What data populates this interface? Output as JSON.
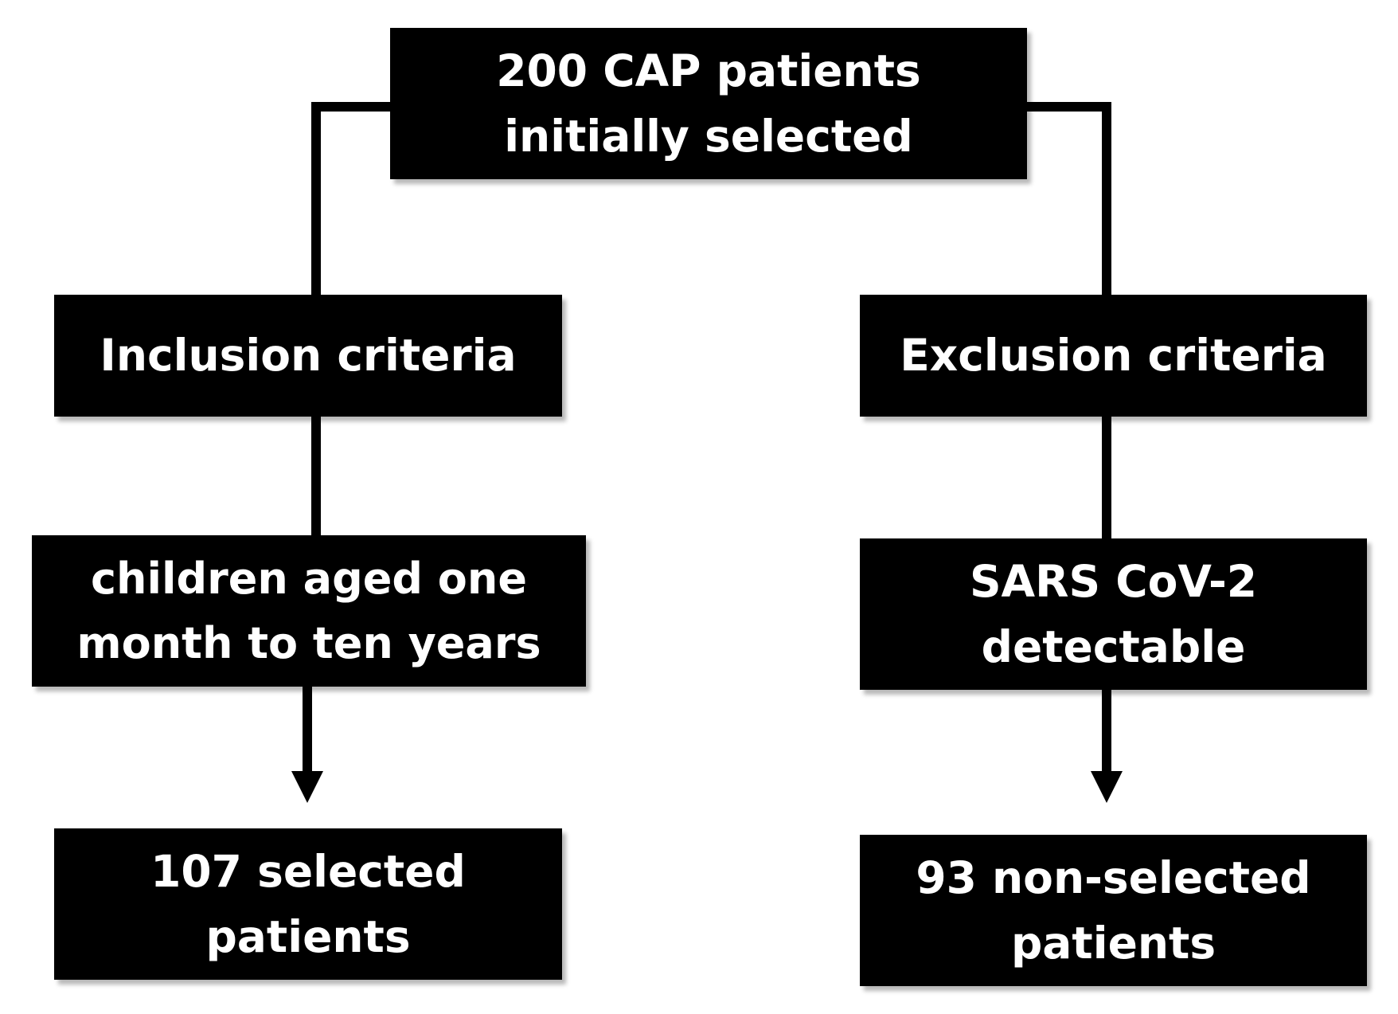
{
  "diagram": {
    "nodes": {
      "start": {
        "text": "200 CAP patients\ninitially selected"
      },
      "inclusion": {
        "text": "Inclusion criteria"
      },
      "exclusion": {
        "text": "Exclusion criteria"
      },
      "inclusion_detail": {
        "text": "children aged one\nmonth to ten years"
      },
      "exclusion_detail": {
        "text": "SARS CoV-2\ndetectable"
      },
      "selected": {
        "text": "107 selected\npatients"
      },
      "non_selected": {
        "text": "93 non-selected\npatients"
      }
    },
    "edges": [
      {
        "from": "start",
        "to": "inclusion",
        "arrow": false
      },
      {
        "from": "start",
        "to": "exclusion",
        "arrow": false
      },
      {
        "from": "inclusion",
        "to": "inclusion_detail",
        "arrow": false
      },
      {
        "from": "exclusion",
        "to": "exclusion_detail",
        "arrow": false
      },
      {
        "from": "inclusion_detail",
        "to": "selected",
        "arrow": true
      },
      {
        "from": "exclusion_detail",
        "to": "non_selected",
        "arrow": true
      }
    ],
    "colors": {
      "box_fill": "#000000",
      "box_text": "#ffffff",
      "connector": "#000000",
      "background": "#ffffff"
    }
  }
}
